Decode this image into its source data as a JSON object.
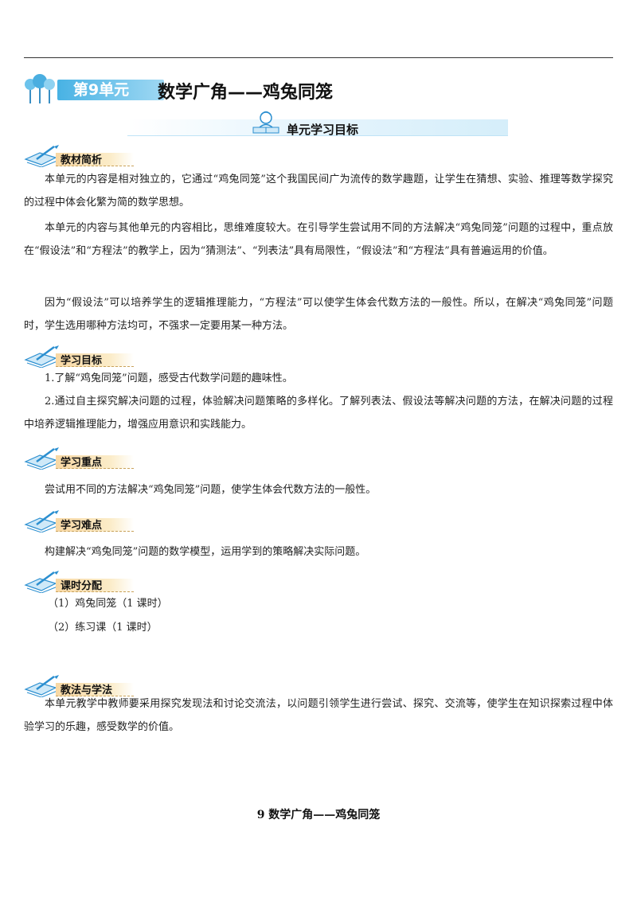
{
  "unit": {
    "badge": "第9单元",
    "title": "数学广角——鸡兔同笼",
    "goals_bar_label": "单元学习目标"
  },
  "sections": {
    "textbook_analysis": {
      "heading": "教材简析",
      "paragraphs": [
        "本单元的内容是相对独立的，它通过“鸡兔同笼”这个我国民间广为流传的数学趣题，让学生在猜想、实验、推理等数学探究的过程中体会化繁为简的数学思想。",
        "本单元的内容与其他单元的内容相比，思维难度较大。在引导学生尝试用不同的方法解决“鸡兔同笼”问题的过程中，重点放在“假设法”和“方程法”的教学上，因为“猜测法”、“列表法”具有局限性，“假设法”和“方程法”具有普遍运用的价值。",
        "因为“假设法”可以培养学生的逻辑推理能力，“方程法”可以使学生体会代数方法的一般性。所以，在解决“鸡兔同笼”问题时，学生选用哪种方法均可，不强求一定要用某一种方法。"
      ]
    },
    "objectives": {
      "heading": "学习目标",
      "items": [
        "1.了解“鸡兔同笼”问题，感受古代数学问题的趣味性。",
        "2.通过自主探究解决问题的过程，体验解决问题策略的多样化。了解列表法、假设法等解决问题的方法，在解决问题的过程中培养逻辑推理能力，增强应用意识和实践能力。"
      ]
    },
    "key_points": {
      "heading": "学习重点",
      "text": "尝试用不同的方法解决“鸡兔同笼”问题，使学生体会代数方法的一般性。"
    },
    "difficulties": {
      "heading": "学习难点",
      "text": "构建解决“鸡兔同笼”问题的数学模型，运用学到的策略解决实际问题。"
    },
    "schedule": {
      "heading": "课时分配",
      "items": [
        "（1）鸡兔同笼（1 课时）",
        "（2）练习课（1 课时）"
      ]
    },
    "methods": {
      "heading": "教法与学法",
      "text": "本单元教学中教师要采用探究发现法和讨论交流法，以问题引领学生进行尝试、探究、交流等，使学生在知识探索过程中体验学习的乐趣，感受数学的价值。"
    }
  },
  "footer_title": "9 数学广角——鸡兔同笼",
  "colors": {
    "badge_blue": "#48b2e4",
    "section_tab": "#f8d8a4",
    "icon_blue": "#2b8fd0"
  }
}
